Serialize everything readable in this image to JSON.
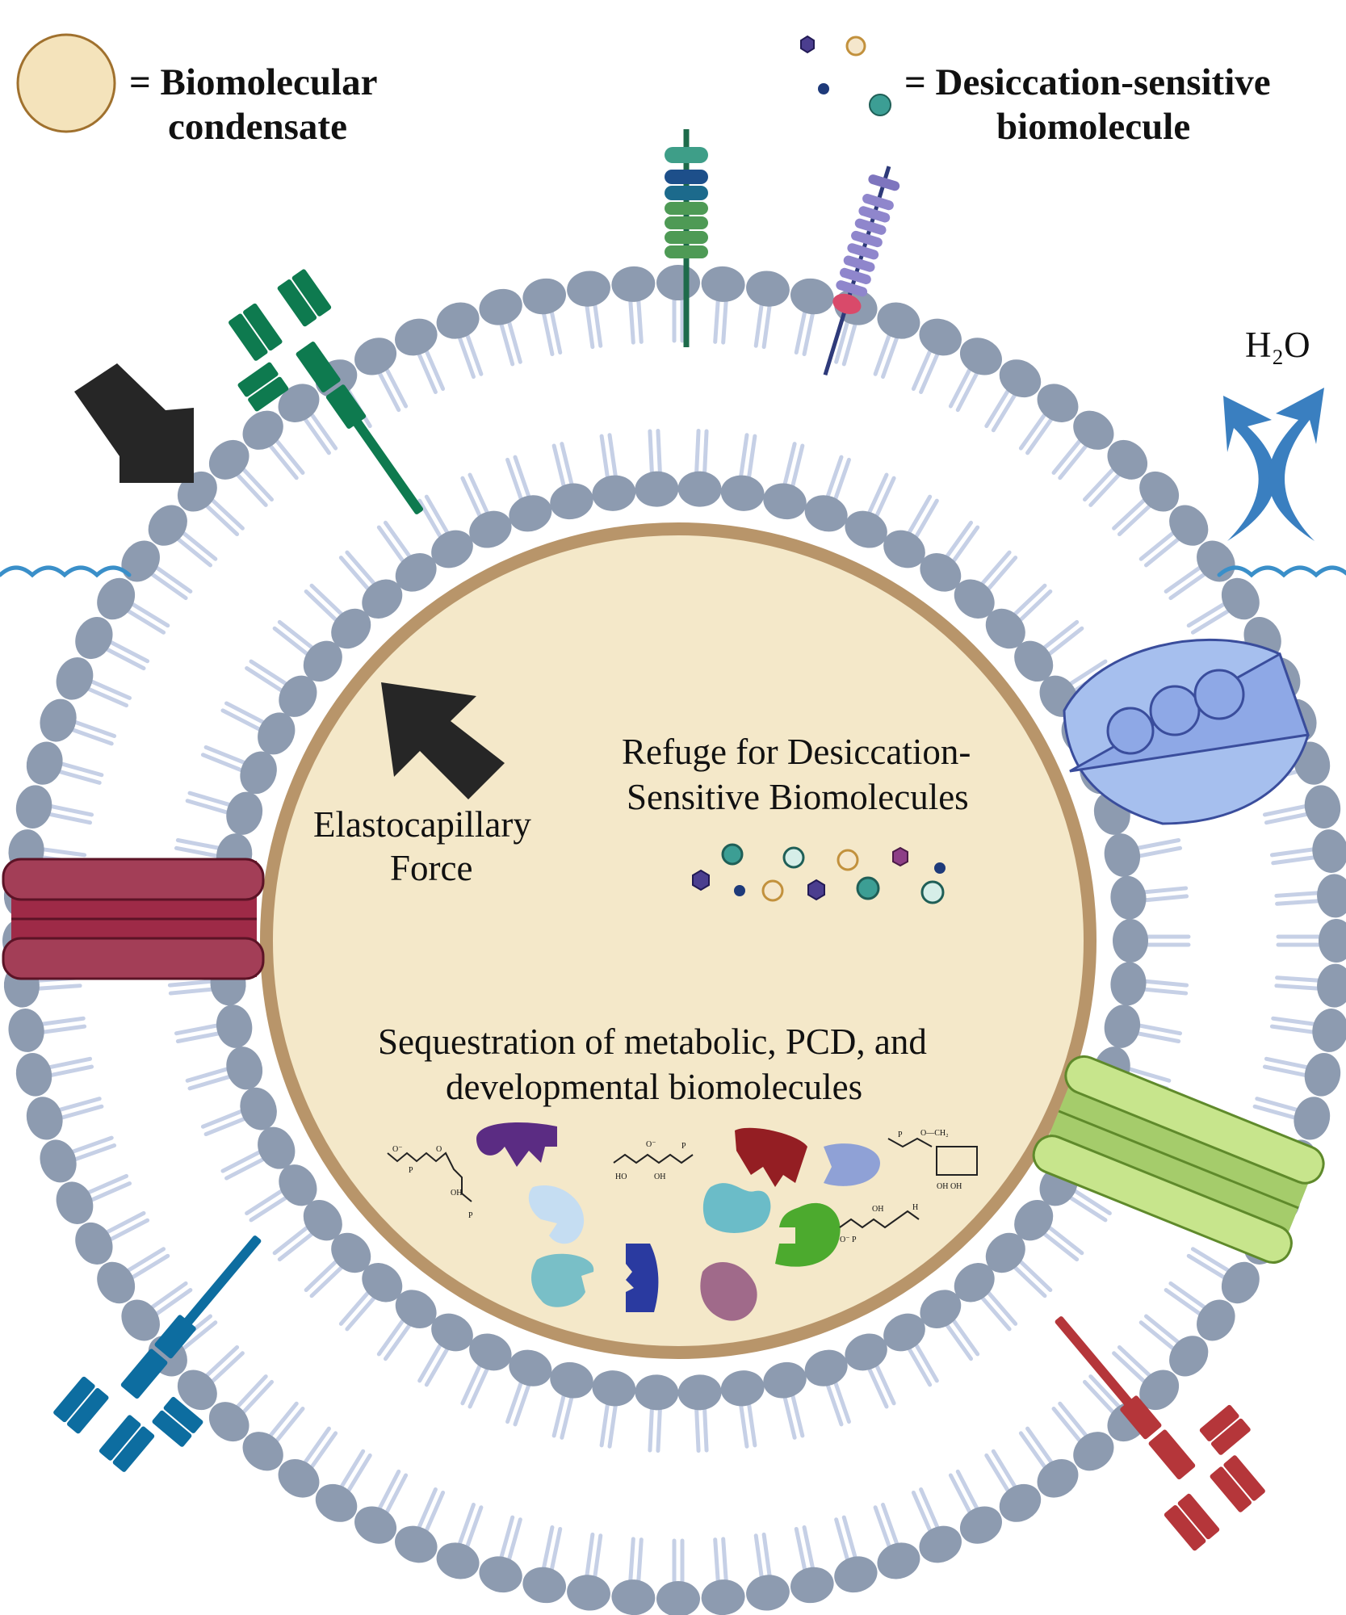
{
  "legend": {
    "condensate_line1": "= Biomolecular",
    "condensate_line2": "condensate",
    "biomolecule_line1": "= Desiccation-sensitive",
    "biomolecule_line2": "biomolecule"
  },
  "labels": {
    "water": "H₂O",
    "force_line1": "Elastocapillary",
    "force_line2": "Force",
    "refuge_line1": "Refuge for Desiccation-",
    "refuge_line2": "Sensitive Biomolecules",
    "seq_line1": "Sequestration of metabolic, PCD, and",
    "seq_line2": "developmental biomolecules"
  },
  "colors": {
    "condensate_fill": "#f4e8c9",
    "condensate_border": "#b8956a",
    "lipid_head": "#8d9bb0",
    "lipid_tail": "#c6d0e6",
    "water_wave": "#3a8fc9",
    "arrow": "#262626"
  },
  "icons": [
    "force-arrow-icon",
    "water-evaporation-arrow-icon",
    "antibody-receptor-icon",
    "transmembrane-receptor-icon",
    "channel-protein-icon",
    "transporter-icon",
    "enzyme-icon",
    "metabolite-structure-icon"
  ]
}
